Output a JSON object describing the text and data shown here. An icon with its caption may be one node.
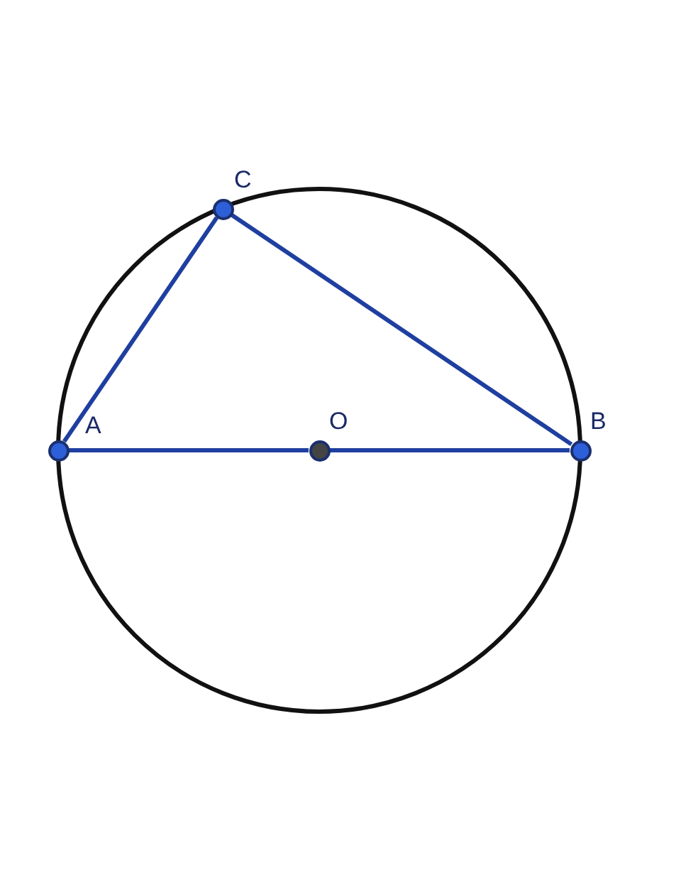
{
  "diagram": {
    "nodes": [
      {
        "text": [],
        "shape": "circle",
        "beside": [
          "C"
        ]
      },
      {
        "text": [],
        "shape": "circle",
        "beside": [
          "A"
        ]
      },
      {
        "text": [],
        "shape": "circle",
        "beside": [
          "O"
        ]
      },
      {
        "text": [],
        "shape": "circle",
        "beside": [
          "B"
        ]
      }
    ],
    "edges": [
      {
        "from": 1,
        "to": 0,
        "arrow": "none"
      },
      {
        "from": 0,
        "to": 3,
        "arrow": "none"
      },
      {
        "from": 1,
        "to": 2,
        "arrow": "none"
      },
      {
        "from": 2,
        "to": 3,
        "arrow": "none"
      }
    ]
  }
}
